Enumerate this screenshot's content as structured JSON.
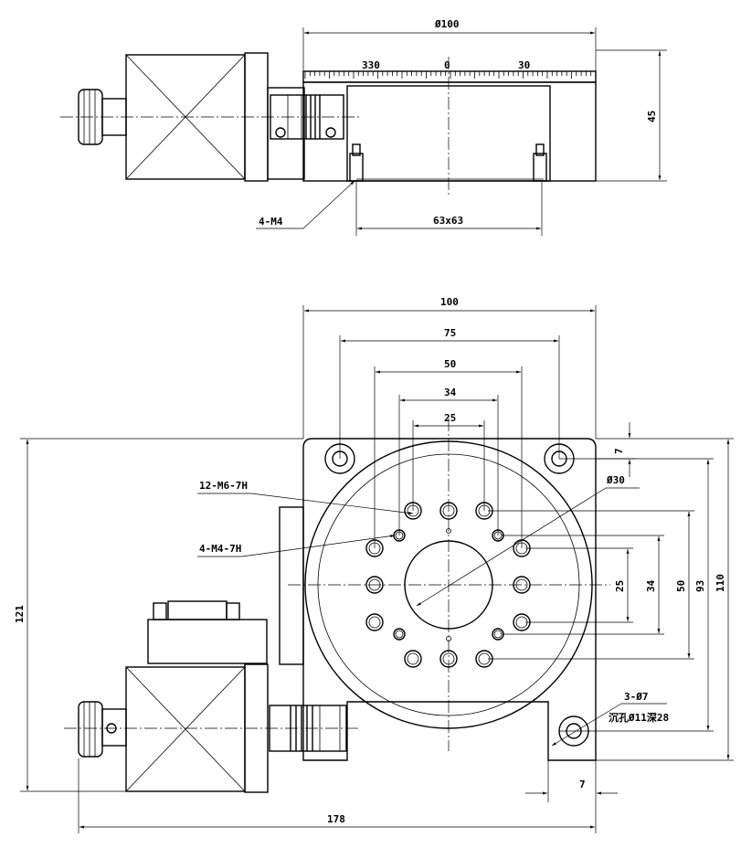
{
  "side_view": {
    "dims": {
      "diameter": "Ø100",
      "height": "45",
      "bolt_pattern": "63x63",
      "mount_holes": "4-M4"
    },
    "scale_labels": [
      "330",
      "0",
      "30"
    ]
  },
  "top_view": {
    "dims": {
      "width": "100",
      "d75": "75",
      "d50": "50",
      "d34": "34",
      "d25": "25",
      "edge_offset": "7",
      "v25": "25",
      "v34": "34",
      "v50": "50",
      "v93": "93",
      "v110": "110",
      "total_height": "121",
      "total_width": "178",
      "bottom_offset": "7"
    },
    "callouts": {
      "holes_m6": "12-M6-7H",
      "holes_m4": "4-M4-7H",
      "bore": "Ø30",
      "counterbore_a": "3-Ø7",
      "counterbore_b": "沉孔Ø11深28"
    }
  }
}
